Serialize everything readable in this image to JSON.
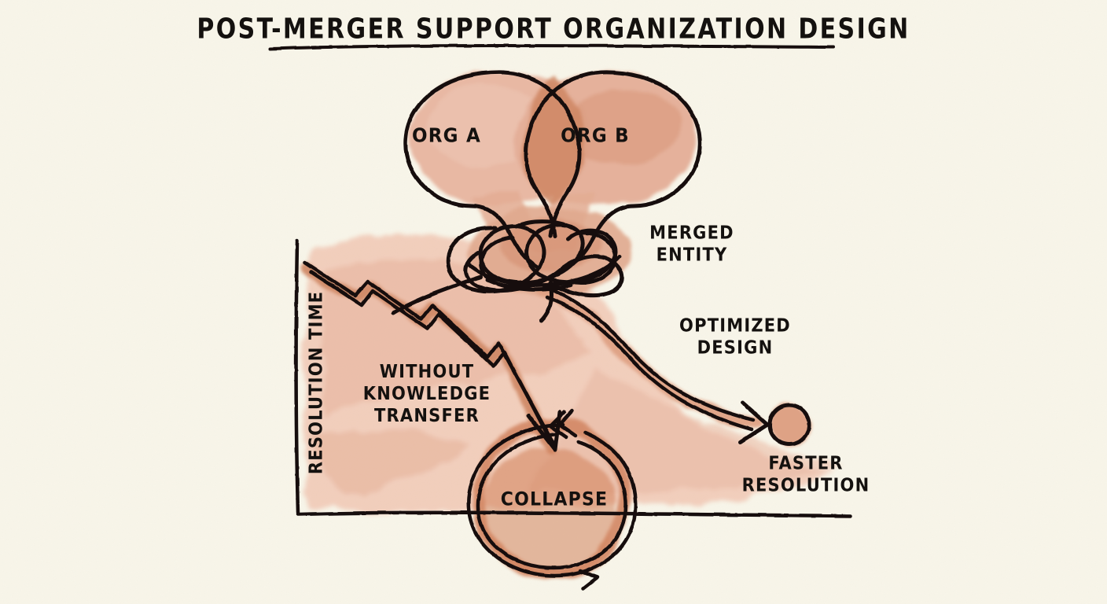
{
  "title": "POST-MERGER SUPPORT ORGANIZATION DESIGN",
  "axes": {
    "y_label": "RESOLUTION TIME",
    "x_label": ""
  },
  "nodes": {
    "org_a": "ORG A",
    "org_b": "ORG B",
    "merged_entity": "MERGED\nENTITY",
    "collapse": "COLLAPSE",
    "faster_resolution": "FASTER\nRESOLUTION"
  },
  "paths": {
    "without_knowledge_transfer": "WITHOUT\nKNOWLEDGE\nTRANSFER",
    "optimized_design": "OPTIMIZED\nDESIGN"
  },
  "colors": {
    "paper": "#f8f5e9",
    "ink": "#14110f",
    "wash_light": "#eec0ac",
    "wash_mid": "#e3a98f",
    "wash_dark": "#cf8663",
    "wash_deep": "#c2714c"
  },
  "chart_data": {
    "type": "line",
    "title": "POST-MERGER SUPPORT ORGANIZATION DESIGN",
    "xlabel": "",
    "ylabel": "RESOLUTION TIME",
    "grid": false,
    "legend": "inline-annotations",
    "series": [
      {
        "name": "WITHOUT KNOWLEDGE TRANSFER",
        "style": "jagged-declining-arrow",
        "ends_at": "COLLAPSE",
        "points": [
          [
            0.04,
            0.95
          ],
          [
            0.12,
            0.72
          ],
          [
            0.18,
            0.8
          ],
          [
            0.27,
            0.55
          ],
          [
            0.33,
            0.63
          ],
          [
            0.4,
            0.38
          ],
          [
            0.47,
            0.46
          ],
          [
            0.55,
            0.18
          ]
        ]
      },
      {
        "name": "OPTIMIZED DESIGN",
        "style": "smooth-declining-arrow",
        "ends_at": "FASTER RESOLUTION",
        "points": [
          [
            0.44,
            0.72
          ],
          [
            0.58,
            0.6
          ],
          [
            0.72,
            0.4
          ],
          [
            0.86,
            0.22
          ]
        ]
      }
    ],
    "annotations": [
      "ORG A",
      "ORG B",
      "MERGED ENTITY",
      "WITHOUT KNOWLEDGE TRANSFER",
      "OPTIMIZED DESIGN",
      "COLLAPSE",
      "FASTER RESOLUTION"
    ]
  }
}
